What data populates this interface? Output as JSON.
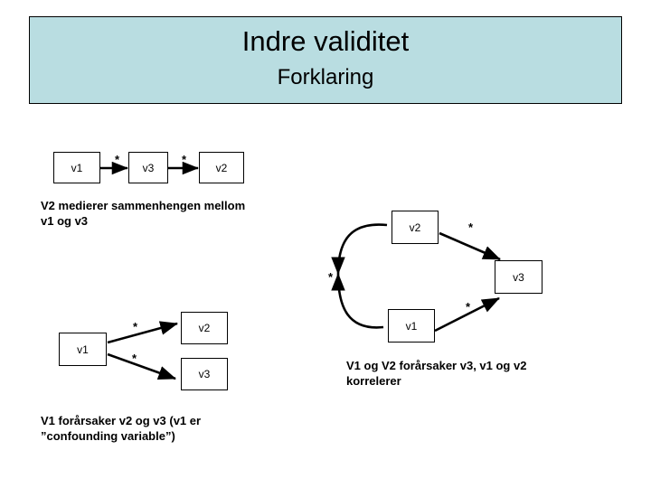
{
  "slide": {
    "header": {
      "title": "Indre validitet",
      "subtitle": "Forklaring",
      "bg_color": "#b9dde1",
      "border_color": "#000000"
    },
    "diagrams": [
      {
        "id": "mediation",
        "nodes": [
          {
            "label": "v1"
          },
          {
            "label": "v3"
          },
          {
            "label": "v2"
          }
        ],
        "edge_labels": [
          "*",
          "*"
        ],
        "caption": "V2 medierer sammenhengen mellom\nv1 og v3"
      },
      {
        "id": "confounding",
        "nodes": [
          {
            "label": "v1"
          },
          {
            "label": "v2"
          },
          {
            "label": "v3"
          }
        ],
        "edge_labels": [
          "*",
          "*"
        ],
        "caption": "V1 forårsaker v2 og v3 (v1 er\n”confounding variable”)"
      },
      {
        "id": "common-cause",
        "nodes": [
          {
            "label": "v2"
          },
          {
            "label": "v3"
          },
          {
            "label": "v1"
          }
        ],
        "edge_labels": [
          "*",
          "*",
          "*"
        ],
        "caption": "V1 og V2 forårsaker v3, v1 og v2\nkorrelerer"
      }
    ]
  }
}
